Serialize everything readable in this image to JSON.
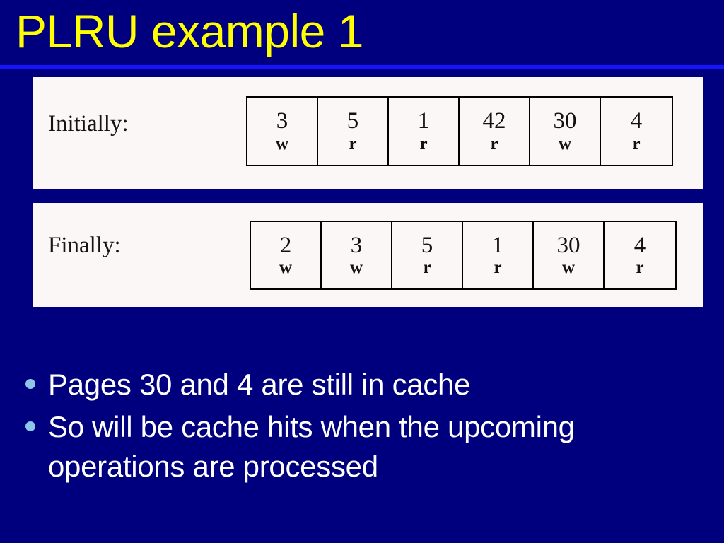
{
  "slide": {
    "title": "PLRU example 1",
    "background_color": "#00007E",
    "title_color": "#FFFF00",
    "rule_color": "#1414FF",
    "panel_color": "#FBF7F7",
    "bullet_marker_color": "#8DC6E8",
    "body_text_color": "#FFFFFF"
  },
  "panels": [
    {
      "label": "Initially:",
      "cells": [
        {
          "page": "3",
          "op": "w"
        },
        {
          "page": "5",
          "op": "r"
        },
        {
          "page": "1",
          "op": "r"
        },
        {
          "page": "42",
          "op": "r"
        },
        {
          "page": "30",
          "op": "w"
        },
        {
          "page": "4",
          "op": "r"
        }
      ]
    },
    {
      "label": "Finally:",
      "cells": [
        {
          "page": "2",
          "op": "w"
        },
        {
          "page": "3",
          "op": "w"
        },
        {
          "page": "5",
          "op": "r"
        },
        {
          "page": "1",
          "op": "r"
        },
        {
          "page": "30",
          "op": "w"
        },
        {
          "page": "4",
          "op": "r"
        }
      ]
    }
  ],
  "bullets": [
    {
      "text": "Pages 30 and 4 are still in cache"
    },
    {
      "text": "So will be cache hits when the upcoming operations are processed"
    }
  ]
}
